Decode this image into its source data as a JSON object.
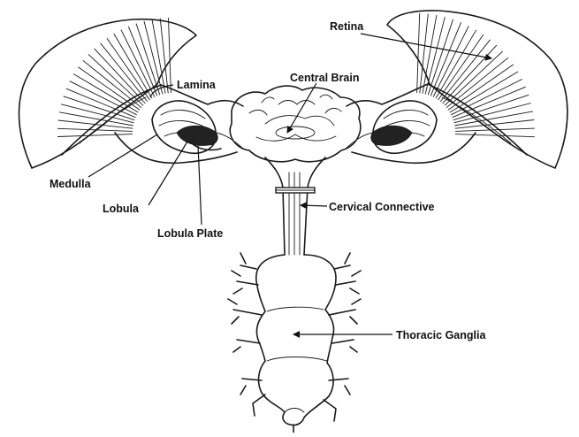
{
  "labels": {
    "retina": "Retina",
    "lamina": "Lamina",
    "central_brain": "Central Brain",
    "medulla": "Medulla",
    "lobula": "Lobula",
    "lobula_plate": "Lobula Plate",
    "cervical_connective": "Cervical Connective",
    "thoracic_ganglia": "Thoracic Ganglia"
  },
  "colors": {
    "ink": "#1a1a1a",
    "background": "#ffffff"
  }
}
